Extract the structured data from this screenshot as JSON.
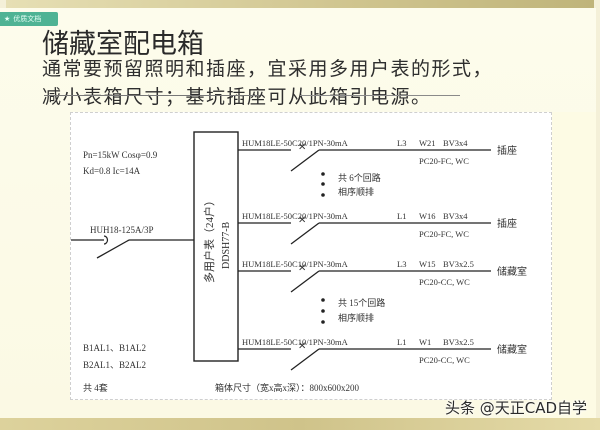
{
  "badge": {
    "icon": "star-icon",
    "label": "优质文档"
  },
  "slide": {
    "title": "储藏室配电箱",
    "description_lines": [
      "通常要预留照明和插座，宜采用多用户表的形式，",
      "减小表箱尺寸；基坑插座可从此箱引电源。"
    ]
  },
  "diagram": {
    "params": [
      "Pn=15kW  Cosφ=0.9",
      "Kd=0.8   Ic=14A"
    ],
    "main_breaker": "HUH18-125A/3P",
    "meter_box": {
      "label_line1": "多用户表（24户）",
      "label_line2": "DDSH77-B"
    },
    "circuits": [
      {
        "breaker": "HUM18LE-50C20/1PN-30mA",
        "phase": "L3",
        "circuit": "W21",
        "cable": "BV3x4",
        "conduit": "PC20-FC, WC",
        "load": "插座"
      },
      {
        "breaker": "HUM18LE-50C20/1PN-30mA",
        "phase": "L1",
        "circuit": "W16",
        "cable": "BV3x4",
        "conduit": "PC20-FC, WC",
        "load": "插座"
      },
      {
        "breaker": "HUM18LE-50C10/1PN-30mA",
        "phase": "L3",
        "circuit": "W15",
        "cable": "BV3x2.5",
        "conduit": "PC20-CC, WC",
        "load": "储藏室"
      },
      {
        "breaker": "HUM18LE-50C10/1PN-30mA",
        "phase": "L1",
        "circuit": "W1",
        "cable": "BV3x2.5",
        "conduit": "PC20-CC, WC",
        "load": "储藏室"
      }
    ],
    "groups": [
      {
        "line1": "共 6个回路",
        "line2": "相序顺排"
      },
      {
        "line1": "共 15个回路",
        "line2": "相序顺排"
      }
    ],
    "box_ids": [
      "B1AL1、B1AL2",
      "B2AL1、B2AL2"
    ],
    "count": "共 4套",
    "dimensions": "箱体尺寸（宽x高x深）：800x600x200"
  },
  "watermark": "头条 @天正CAD自学"
}
